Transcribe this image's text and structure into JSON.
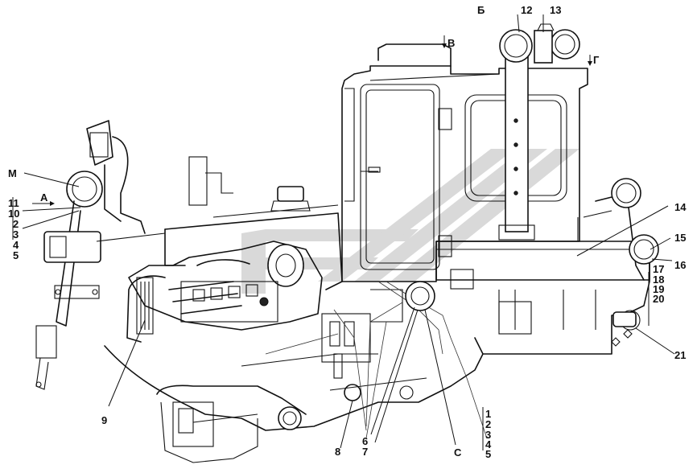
{
  "callouts": {
    "c1": "1",
    "c2": "2",
    "c3": "3",
    "c4": "4",
    "c5": "5",
    "c6": "6",
    "c7": "7",
    "c8": "8",
    "c9": "9",
    "c10": "10",
    "c11": "11",
    "c12": "12",
    "c13": "13",
    "c14": "14",
    "c15": "15",
    "c16": "16",
    "c17": "17",
    "c18": "18",
    "c19": "19",
    "c20": "20",
    "c21": "21"
  },
  "view_letters": {
    "M": "М",
    "A": "А",
    "B": "В",
    "G": "Г",
    "BE": "Б",
    "C": "С"
  },
  "colors": {
    "line": "#111111",
    "watermark": "#d9d9d9",
    "background": "#ffffff"
  }
}
